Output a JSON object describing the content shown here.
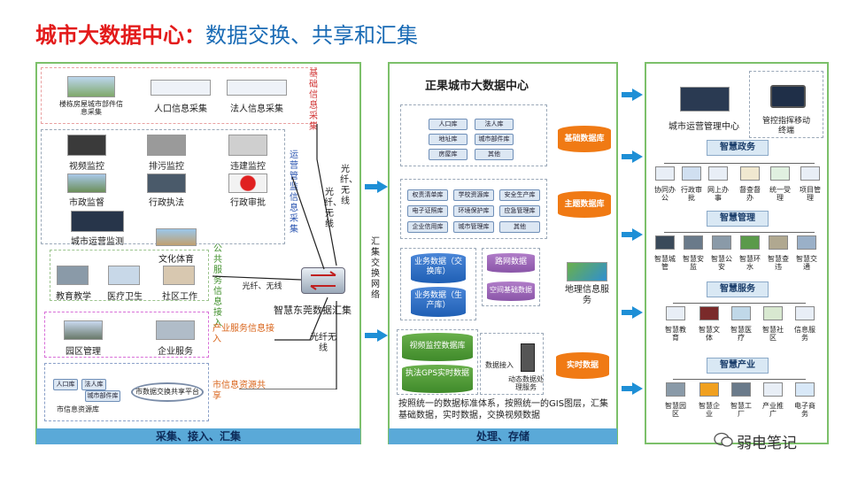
{
  "title": {
    "main": "城市大数据中心：",
    "sub": "数据交换、共享和汇集"
  },
  "left": {
    "footer": "采集、接入、汇集",
    "basic": {
      "side": "基础信息采集",
      "items": [
        "楼栋房屋城市部件信息采集",
        "人口信息采集",
        "法人信息采集"
      ]
    },
    "ops": {
      "side": "运营管监信息采集",
      "items": [
        "视频监控",
        "排污监控",
        "违建监控",
        "市政监督",
        "行政执法",
        "行政审批",
        "城市运营监测"
      ]
    },
    "public": {
      "side": "公共服务信息接入",
      "items": [
        "文化体育",
        "教育教学",
        "医疗卫生",
        "社区工作"
      ]
    },
    "industry": {
      "side": "产业服务信息接入",
      "items": [
        "园区管理",
        "企业服务"
      ]
    },
    "city": {
      "side": "市信息资源共享",
      "items": [
        "人口库",
        "法人库",
        "城市部件库",
        "市信息资源库",
        "市数据交换共享平台"
      ]
    },
    "links": {
      "fiber1": "光纤、无线",
      "fiber2": "光纤、无线",
      "fiber3": "光纤、无线",
      "fiber4": "光纤无线"
    },
    "hub": "智慧东莞数据汇集"
  },
  "exchange": "汇集交换网络",
  "middle": {
    "title": "正果城市大数据中心",
    "footer": "处理、存储",
    "basic_db": {
      "boxes": [
        "人口库",
        "法人库",
        "地址库",
        "城市部件库",
        "房屋库",
        "其他"
      ],
      "label": "基础数据库"
    },
    "topic_db": {
      "boxes": [
        "权责清单库",
        "学校资源库",
        "安全生产库",
        "电子证照库",
        "环境保护库",
        "应急管理库",
        "企业信用库",
        "城市管理库",
        "其他"
      ],
      "label": "主题数据库"
    },
    "biz": {
      "top": "业务数据（交换库）",
      "bottom": "业务数据（生产库）"
    },
    "geo": {
      "top": "路网数据",
      "bottom": "空间基础数据",
      "label": "地理信息服务"
    },
    "video": {
      "top": "视频监控数据库",
      "bottom": "执法GPS实时数据"
    },
    "realtime": {
      "access": "数据接入",
      "process": "动态数据处理服务",
      "label": "实时数据"
    },
    "note": "按照统一的数据标准体系，按照统一的GIS图层，汇集基础数据，实时数据，交换视频数据"
  },
  "right": {
    "ops_center": "城市运营管理中心",
    "mobile": "管控指挥移动终端",
    "gov": {
      "title": "智慧政务",
      "items": [
        "协同办公",
        "行政审批",
        "网上办事",
        "督查督办",
        "统一受理",
        "项目管理"
      ]
    },
    "mgmt": {
      "title": "智慧管理",
      "items": [
        "智慧城管",
        "智慧安监",
        "智慧公安",
        "智慧环水",
        "智慧查违",
        "智慧交通"
      ]
    },
    "service": {
      "title": "智慧服务",
      "items": [
        "智慧教育",
        "智慧文体",
        "智慧医疗",
        "智慧社区",
        "信息服务"
      ]
    },
    "industry": {
      "title": "智慧产业",
      "items": [
        "智慧园区",
        "智慧企业",
        "智慧工厂",
        "产业推广",
        "电子商务"
      ]
    }
  },
  "watermark": "弱电笔记",
  "colors": {
    "title_red": "#e31b1b",
    "title_blue": "#1a6bb5",
    "panel_green": "#7cc06a",
    "footer_blue": "#5aa9d8",
    "db_orange": "#f07a14",
    "arrow_blue": "#1e8fd6"
  }
}
